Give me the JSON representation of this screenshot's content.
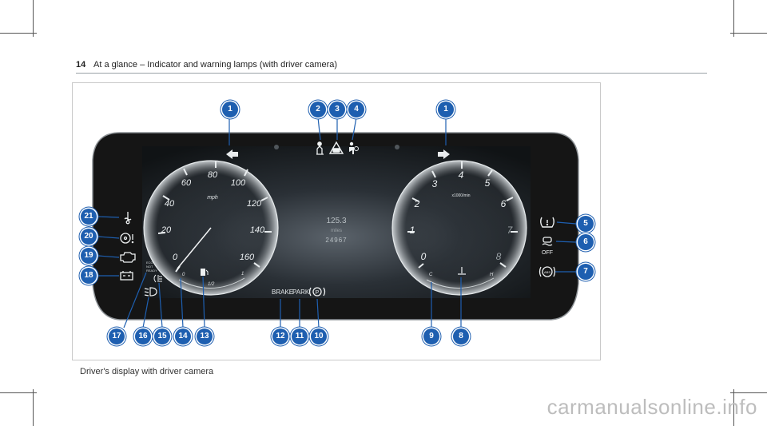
{
  "header": {
    "page_number": "14",
    "title": "At a glance – Indicator and warning lamps (with driver camera)"
  },
  "caption": "Driver's display with driver camera",
  "watermark": "carmanualsonline.info",
  "colors": {
    "callout_blue": "#1e5fb0",
    "bezel": "#151515",
    "screen": "#1b1f23"
  },
  "speedometer": {
    "ticks": [
      "0",
      "20",
      "40",
      "60",
      "80",
      "100",
      "120",
      "140",
      "160"
    ],
    "unit": "mph",
    "fuel_labels": {
      "empty": "0",
      "half": "1/2",
      "full": "1"
    }
  },
  "tachometer": {
    "ticks": [
      "1",
      "2",
      "3",
      "4",
      "5",
      "6",
      "7",
      "8"
    ],
    "unit": "x1000/min",
    "temp_labels": {
      "cold": "C",
      "hot": "H"
    }
  },
  "center_display": {
    "trip": "125.3",
    "unit": "miles",
    "odometer": "24967"
  },
  "status_text": {
    "brake": "BRAKE",
    "park": "PARK",
    "off": "OFF"
  },
  "ready_lines": [
    "ECO",
    "NOT",
    "READY"
  ],
  "icons": {
    "turn_left": "turn-signal-left-arrow",
    "turn_right": "turn-signal-right-arrow",
    "seat_belt": "seat-belt-warning-icon",
    "collision": "distance-warning-icon",
    "airbag": "airbag-off-icon",
    "coolant": "coolant-temperature-icon",
    "steering": "steering-fault-icon",
    "engine": "engine-diagnostics-icon",
    "battery": "battery-charge-icon",
    "tire": "tire-pressure-icon",
    "esp_off": "esp-off-icon",
    "abs": "abs-icon",
    "fog": "rear-fog-lamp-icon",
    "low_beam": "low-beam-icon",
    "fuel": "fuel-reserve-icon",
    "parking_brake": "parking-brake-icon"
  },
  "callouts": {
    "c1_left": "1",
    "c2": "2",
    "c3": "3",
    "c4": "4",
    "c1_right": "1",
    "c5": "5",
    "c6": "6",
    "c7": "7",
    "c8": "8",
    "c9": "9",
    "c10": "10",
    "c11": "11",
    "c12": "12",
    "c13": "13",
    "c14": "14",
    "c15": "15",
    "c16": "16",
    "c17": "17",
    "c18": "18",
    "c19": "19",
    "c20": "20",
    "c21": "21"
  }
}
